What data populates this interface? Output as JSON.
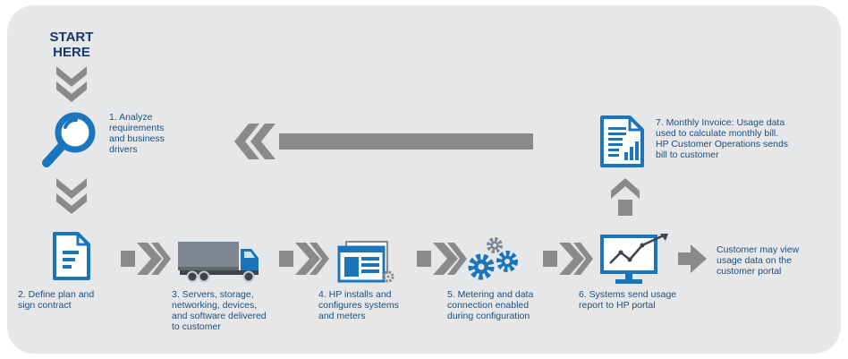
{
  "start_label": "START\nHERE",
  "steps": [
    {
      "label": "1. Analyze\nrequirements\nand business\ndrivers",
      "icon": "magnifier-icon"
    },
    {
      "label": "2. Define plan and\nsign contract",
      "icon": "document-icon"
    },
    {
      "label": "3. Servers, storage,\nnetworking, devices,\nand software delivered\nto customer",
      "icon": "truck-icon"
    },
    {
      "label": "4. HP installs and\nconfigures systems\nand meters",
      "icon": "install-window-icon"
    },
    {
      "label": "5. Metering and data\nconnection enabled\nduring configuration",
      "icon": "gears-icon"
    },
    {
      "label": "6. Systems send usage\nreport to HP portal",
      "icon": "monitor-chart-icon"
    },
    {
      "label": "7. Monthly Invoice: Usage data\nused to calculate monthly bill.\nHP Customer Operations sends\nbill to customer",
      "icon": "invoice-icon"
    }
  ],
  "portal_note": "Customer may view\nusage data on the\ncustomer portal",
  "colors": {
    "background": "#e6e7e8",
    "arrow": "#8a8a8a",
    "icon_blue": "#1b75bc",
    "navy": "#16386a",
    "text": "#1f4e7a"
  }
}
